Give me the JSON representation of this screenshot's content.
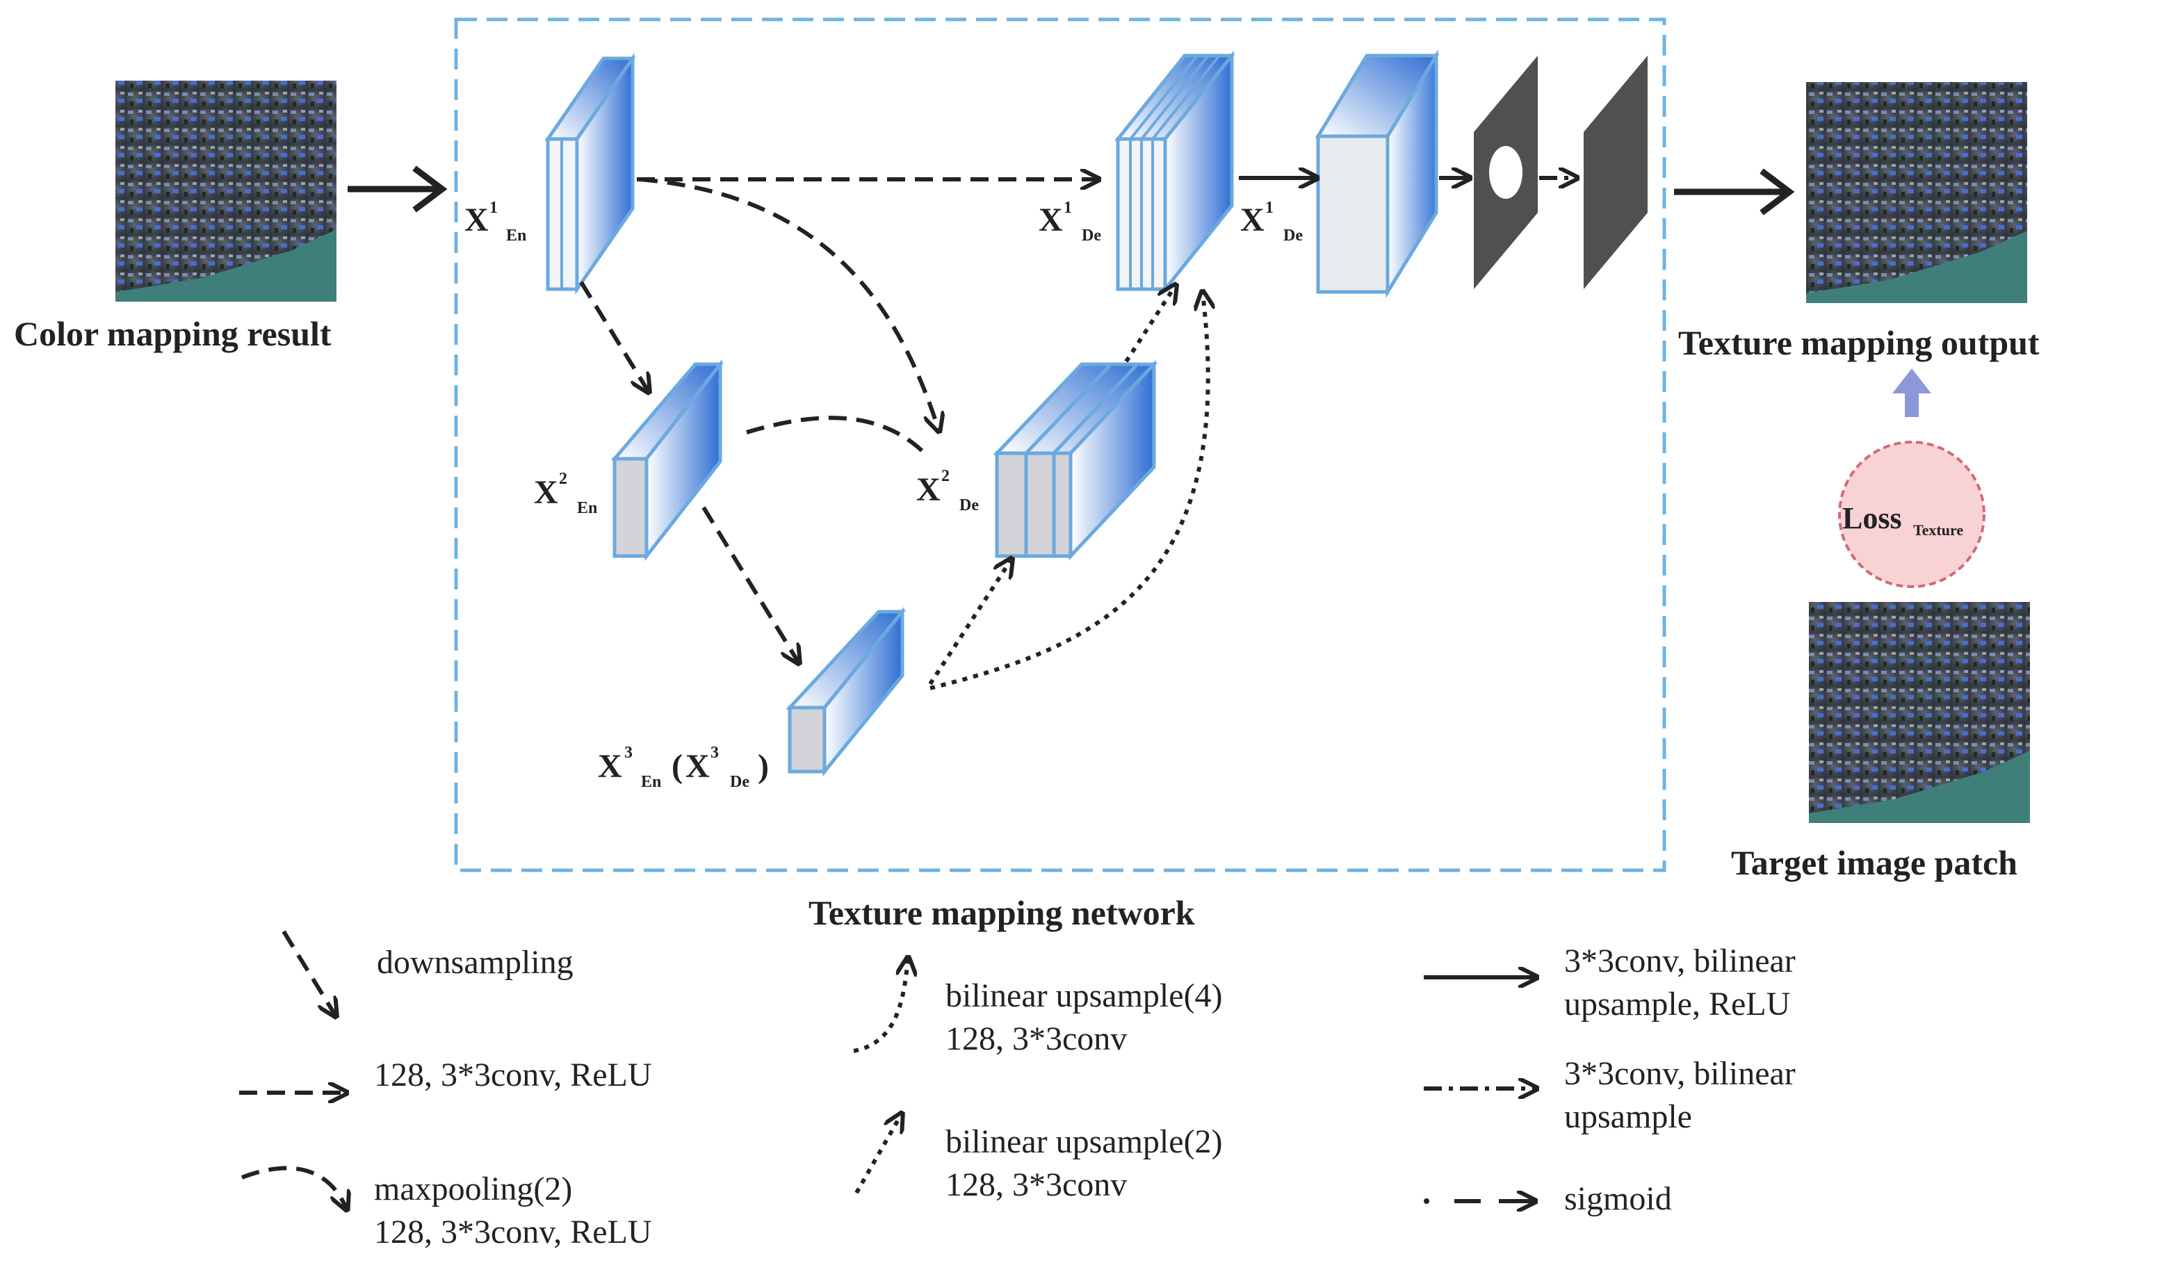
{
  "labels": {
    "color_mapping_result": "Color  mapping  result",
    "texture_mapping_output": "Texture  mapping  output",
    "target_image_patch": "Target image patch",
    "texture_mapping_network": "Texture  mapping network",
    "loss": "Loss",
    "loss_sub": "Texture"
  },
  "symbols": {
    "x": "X",
    "en": "En",
    "de": "De",
    "sup1": "1",
    "sup2": "2",
    "sup3": "3",
    "open_paren": "(",
    "close_paren": ")"
  },
  "legend": {
    "downsampling": "downsampling",
    "conv_relu": "128, 3*3conv, ReLU",
    "maxpooling_line1": "maxpooling(2)",
    "maxpooling_line2": "128, 3*3conv, ReLU",
    "bilinear4_line1": "bilinear upsample(4)",
    "bilinear4_line2": "128, 3*3conv",
    "bilinear2_line1": "bilinear upsample(2)",
    "bilinear2_line2": "128, 3*3conv",
    "solid_line1": "3*3conv, bilinear",
    "solid_line2": "upsample, ReLU",
    "dashdot_line1": "3*3conv, bilinear",
    "dashdot_line2": "upsample",
    "sigmoid": "sigmoid"
  },
  "colors": {
    "frame": "#6fb3e3",
    "block_dark": "#2f6fd4",
    "block_light": "#ffffff",
    "block_edge": "#6ba9de",
    "side_grey": "#d2d4d8",
    "arrow": "#222222",
    "dark_plane": "#505050",
    "loss_fill": "#f8d3d6",
    "loss_edge": "#d36a76",
    "up_arrow": "#8f98d6"
  },
  "icons": {
    "color_mapping_image": "satellite-image-icon",
    "output_image": "satellite-image-icon",
    "target_image": "satellite-image-icon"
  }
}
